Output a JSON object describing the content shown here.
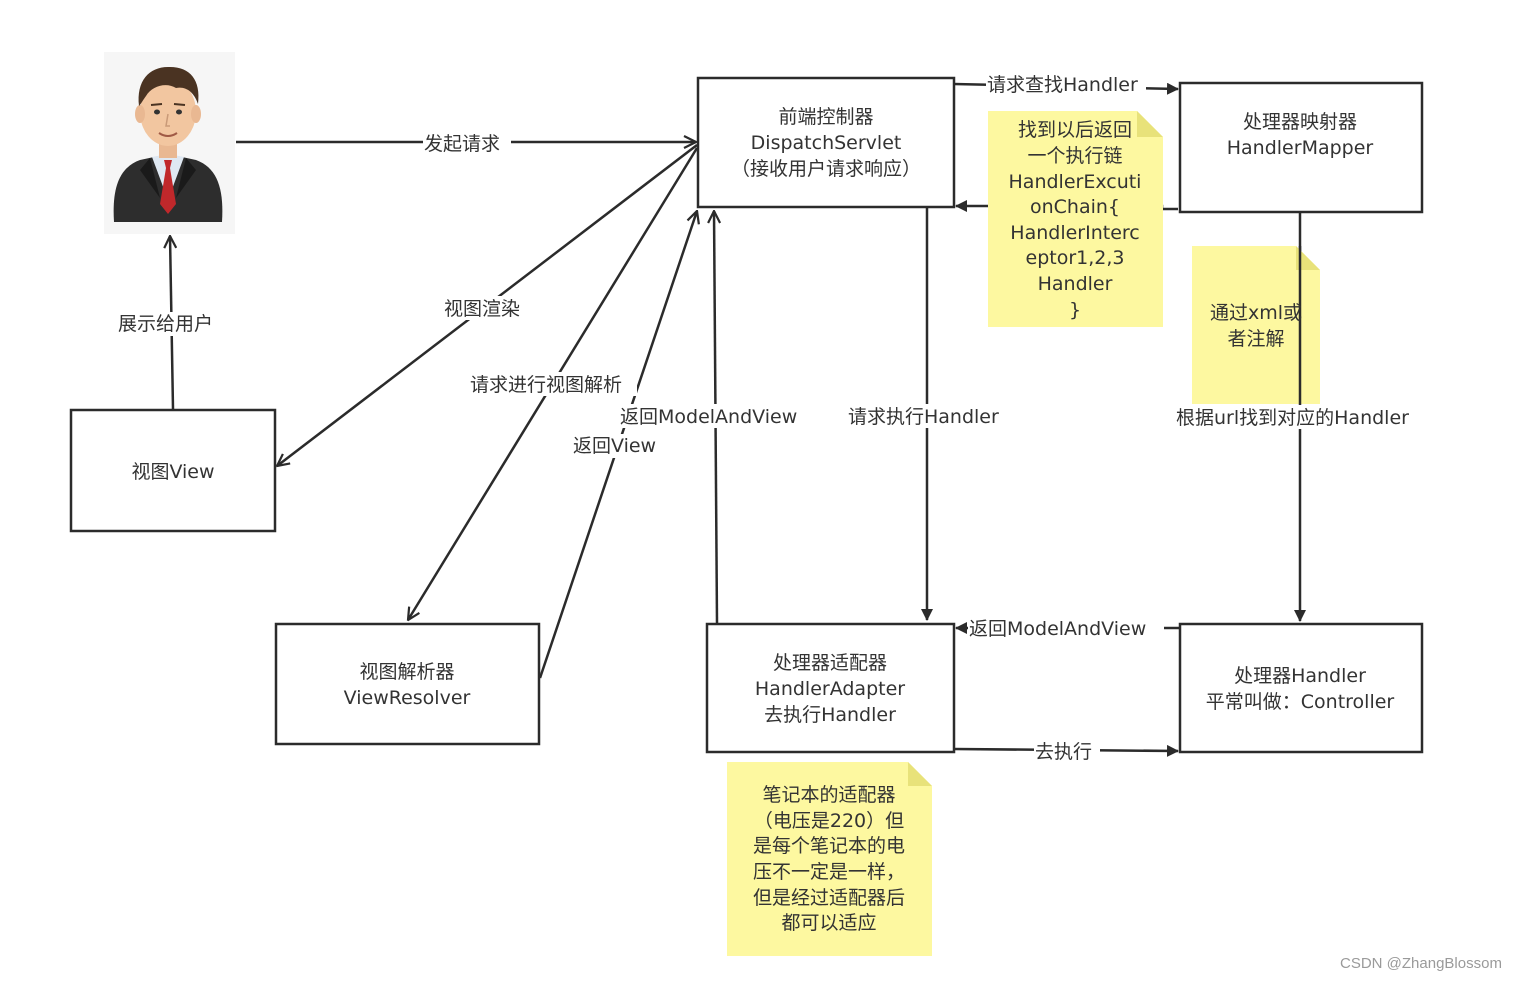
{
  "boxes": {
    "dispatcher": [
      "前端控制器",
      "DispatchServlet",
      "（接收用户请求响应）"
    ],
    "mapper": [
      "处理器映射器",
      "HandlerMapper"
    ],
    "view": [
      "视图View"
    ],
    "resolver": [
      "视图解析器",
      "ViewResolver"
    ],
    "adapter": [
      "处理器适配器",
      "HandlerAdapter",
      "去执行Handler"
    ],
    "handler": [
      "处理器Handler",
      "平常叫做：Controller"
    ]
  },
  "edges": {
    "request": "发起请求",
    "find_handler": "请求查找Handler",
    "render": "视图渲染",
    "resolve_view": "请求进行视图解析",
    "return_mav": "返回ModelAndView",
    "return_view": "返回View",
    "exec_handler": "请求执行Handler",
    "by_url": "根据url找到对应的Handler",
    "show_user": "展示给用户",
    "return_mav2": "返回ModelAndView",
    "go_exec": "去执行"
  },
  "notes": {
    "chain": [
      "找到以后返回",
      "一个执行链",
      "HandlerExcuti",
      "onChain{",
      "HandlerInterc",
      "eptor1,2,3",
      "Handler",
      "}"
    ],
    "xml": [
      "通过xml或",
      "者注解"
    ],
    "adapter_note": [
      "笔记本的适配器",
      "（电压是220）但",
      "是每个笔记本的电",
      "压不一定是一样，",
      "但是经过适配器后",
      "都可以适应"
    ]
  },
  "icons": {
    "user": "user-avatar-icon"
  },
  "colors": {
    "note_fill": "#fdf8a0",
    "note_fold": "#e8e27a",
    "line": "#2b2b2b"
  },
  "credit": "CSDN @ZhangBlossom"
}
